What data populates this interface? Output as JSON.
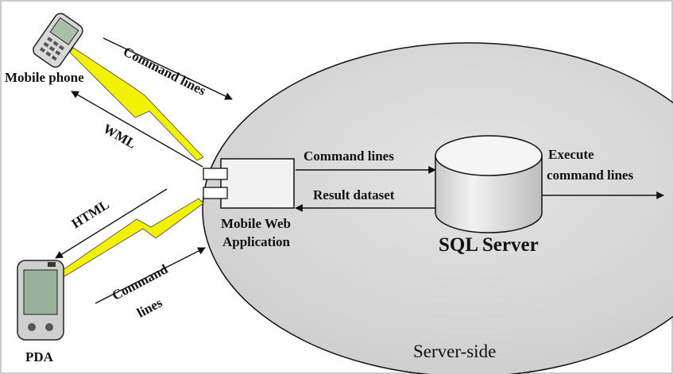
{
  "labels": {
    "mobile_phone": "Mobile phone",
    "pda": "PDA",
    "command_lines_top": "Command lines",
    "wml": "WML",
    "html": "HTML",
    "command_lines_bottom_1": "Command",
    "command_lines_bottom_2": "lines",
    "app_line_1": "Mobile Web",
    "app_line_2": "Application",
    "command_lines_mid": "Command lines",
    "result_dataset": "Result dataset",
    "sql_server": "SQL Server",
    "execute_1": "Execute",
    "execute_2": "command lines",
    "server_side": "Server-side"
  },
  "colors": {
    "ellipse_fill": "#d6d6d6",
    "lightning": "#f2f200",
    "stroke": "#111111",
    "cylinder_top": "#f4f4f4",
    "cylinder_body": "#e2e2e2"
  },
  "icons": {
    "phone": "mobile-phone-icon",
    "pda": "pda-icon",
    "lightning": "lightning-bolt-icon",
    "database": "database-cylinder-icon",
    "component": "component-icon"
  }
}
